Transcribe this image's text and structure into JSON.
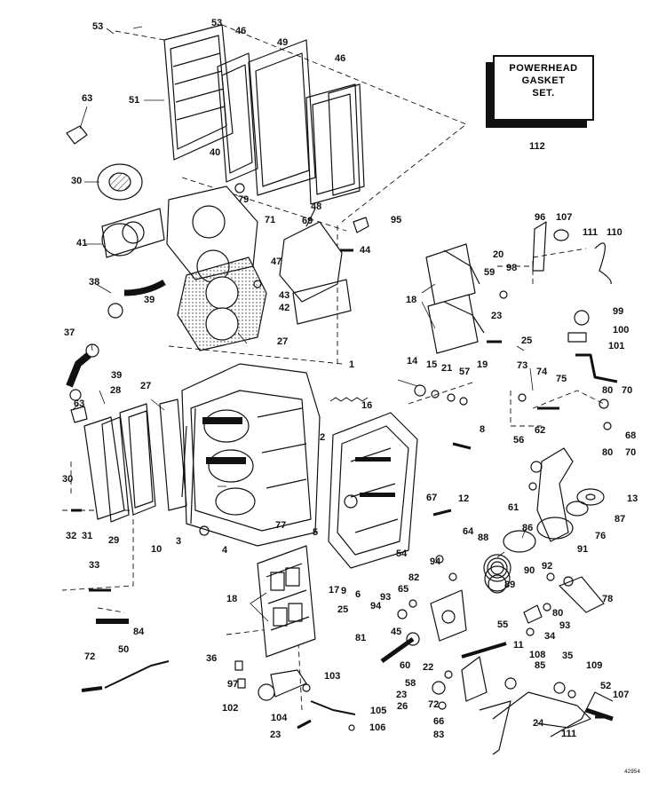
{
  "gasket_set": {
    "line1": "POWERHEAD",
    "line2": "GASKET",
    "line3": "SET",
    "number": "112"
  },
  "drawing_code": "42954",
  "callouts": [
    "53",
    "53",
    "46",
    "49",
    "46",
    "51",
    "63",
    "40",
    "79",
    "30",
    "48",
    "71",
    "69",
    "95",
    "41",
    "44",
    "47",
    "96",
    "107",
    "111",
    "110",
    "20",
    "38",
    "43",
    "42",
    "59",
    "98",
    "18",
    "39",
    "27",
    "23",
    "99",
    "100",
    "25",
    "19",
    "37",
    "39",
    "101",
    "14",
    "15",
    "21",
    "57",
    "1",
    "73",
    "74",
    "75",
    "28",
    "27",
    "80",
    "70",
    "63",
    "16",
    "68",
    "2",
    "8",
    "80",
    "70",
    "56",
    "62",
    "30",
    "32",
    "31",
    "29",
    "10",
    "3",
    "77",
    "5",
    "67",
    "12",
    "61",
    "13",
    "87",
    "4",
    "64",
    "88",
    "86",
    "76",
    "91",
    "54",
    "94",
    "33",
    "18",
    "17",
    "9",
    "6",
    "82",
    "92",
    "25",
    "93",
    "65",
    "90",
    "89",
    "78",
    "94",
    "80",
    "81",
    "93",
    "55",
    "34",
    "11",
    "84",
    "60",
    "45",
    "108",
    "35",
    "36",
    "50",
    "72",
    "22",
    "85",
    "109",
    "97",
    "103",
    "58",
    "52",
    "107",
    "102",
    "26",
    "23",
    "104",
    "72",
    "24",
    "105",
    "66",
    "111",
    "23",
    "106",
    "83"
  ]
}
